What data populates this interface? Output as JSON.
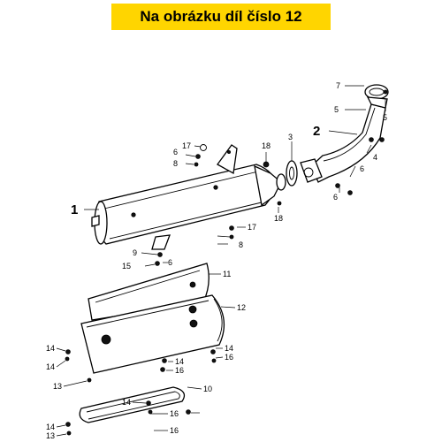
{
  "header": {
    "title": "Na obrázku díl číslo 12"
  },
  "diagram": {
    "callouts": {
      "p1": "1",
      "p2": "2",
      "p3": "3",
      "p4": "4",
      "p5a": "5",
      "p5b": "5",
      "p6a": "6",
      "p6b": "6",
      "p6c": "6",
      "p6d": "6",
      "p7": "7",
      "p8a": "8",
      "p8b": "8",
      "p9": "9",
      "p10": "10",
      "p11": "11",
      "p12": "12",
      "p13a": "13",
      "p13b": "13",
      "p14a": "14",
      "p14b": "14",
      "p14c": "14",
      "p14d": "14",
      "p14e": "14",
      "p14f": "14",
      "p15": "15",
      "p16a": "16",
      "p16b": "16",
      "p16c": "16",
      "p16d": "16",
      "p17a": "17",
      "p17b": "17",
      "p18a": "18",
      "p18b": "18"
    }
  }
}
